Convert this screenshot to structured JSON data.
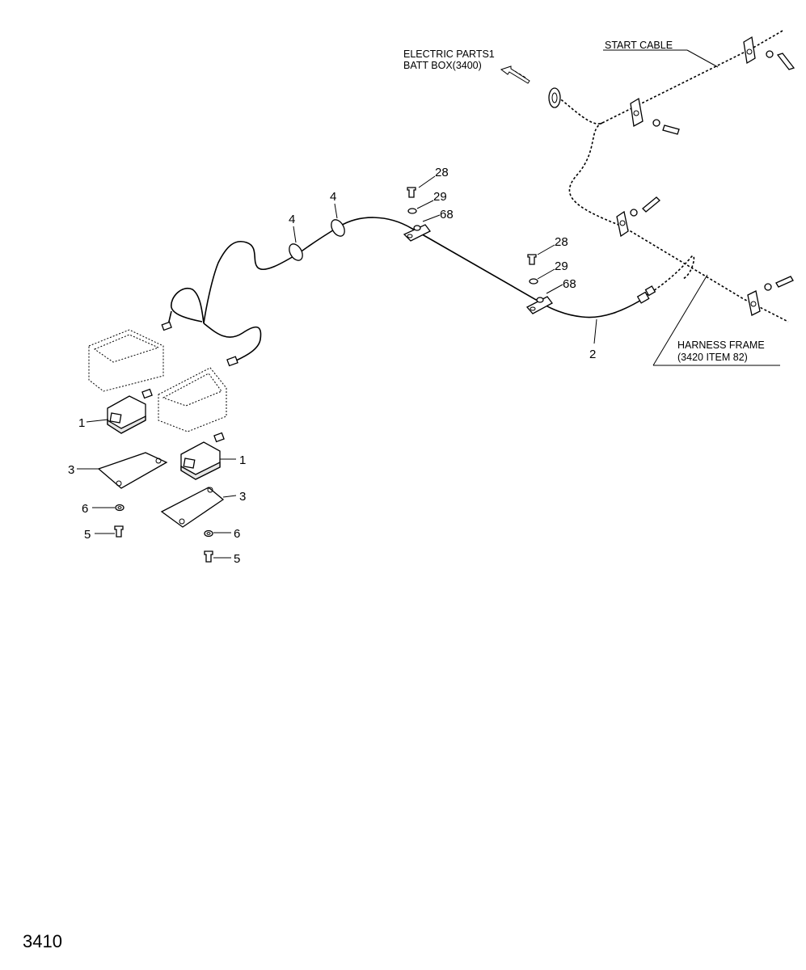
{
  "sheet_number": "3410",
  "notes": {
    "electric_parts_line1": "ELECTRIC PARTS1",
    "electric_parts_line2": "BATT BOX(3400)",
    "start_cable": "START CABLE",
    "harness_frame_line1": "HARNESS FRAME",
    "harness_frame_line2": "(3420 ITEM 82)"
  },
  "callouts": {
    "lamp_left": "1",
    "lamp_right": "1",
    "harness": "2",
    "bracket_left": "3",
    "bracket_right": "3",
    "band_left": "4",
    "band_right": "4",
    "bolt_left": "5",
    "bolt_right": "5",
    "washer_left": "6",
    "washer_right": "6",
    "screw_upper": "28",
    "screw_lower": "28",
    "washer_upper": "29",
    "washer_lower": "29",
    "clip_upper": "68",
    "clip_lower": "68"
  }
}
